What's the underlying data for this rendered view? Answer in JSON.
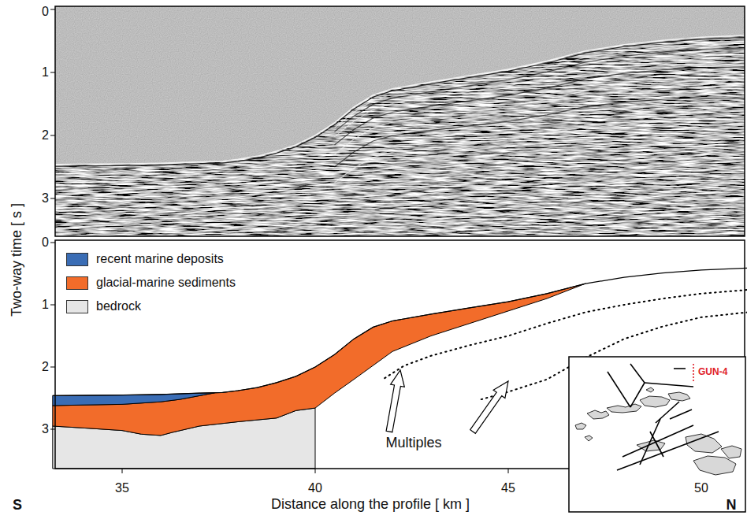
{
  "diagram": {
    "labels": [
      "0",
      "1",
      "2",
      "3",
      "0",
      "1",
      "2",
      "3",
      "Two-way time  [ s ]",
      "Multiples",
      "35",
      "40",
      "45",
      "50",
      "Distance along the profile  [ km ]",
      "S",
      "N",
      "GUN-4"
    ],
    "legend": [
      {
        "text": "recent marine deposits",
        "color": "#3a6db5"
      },
      {
        "text": "glacial-marine sediments",
        "color": "#f26c2a"
      },
      {
        "text": "bedrock",
        "color": "#e6e6e6"
      }
    ]
  }
}
